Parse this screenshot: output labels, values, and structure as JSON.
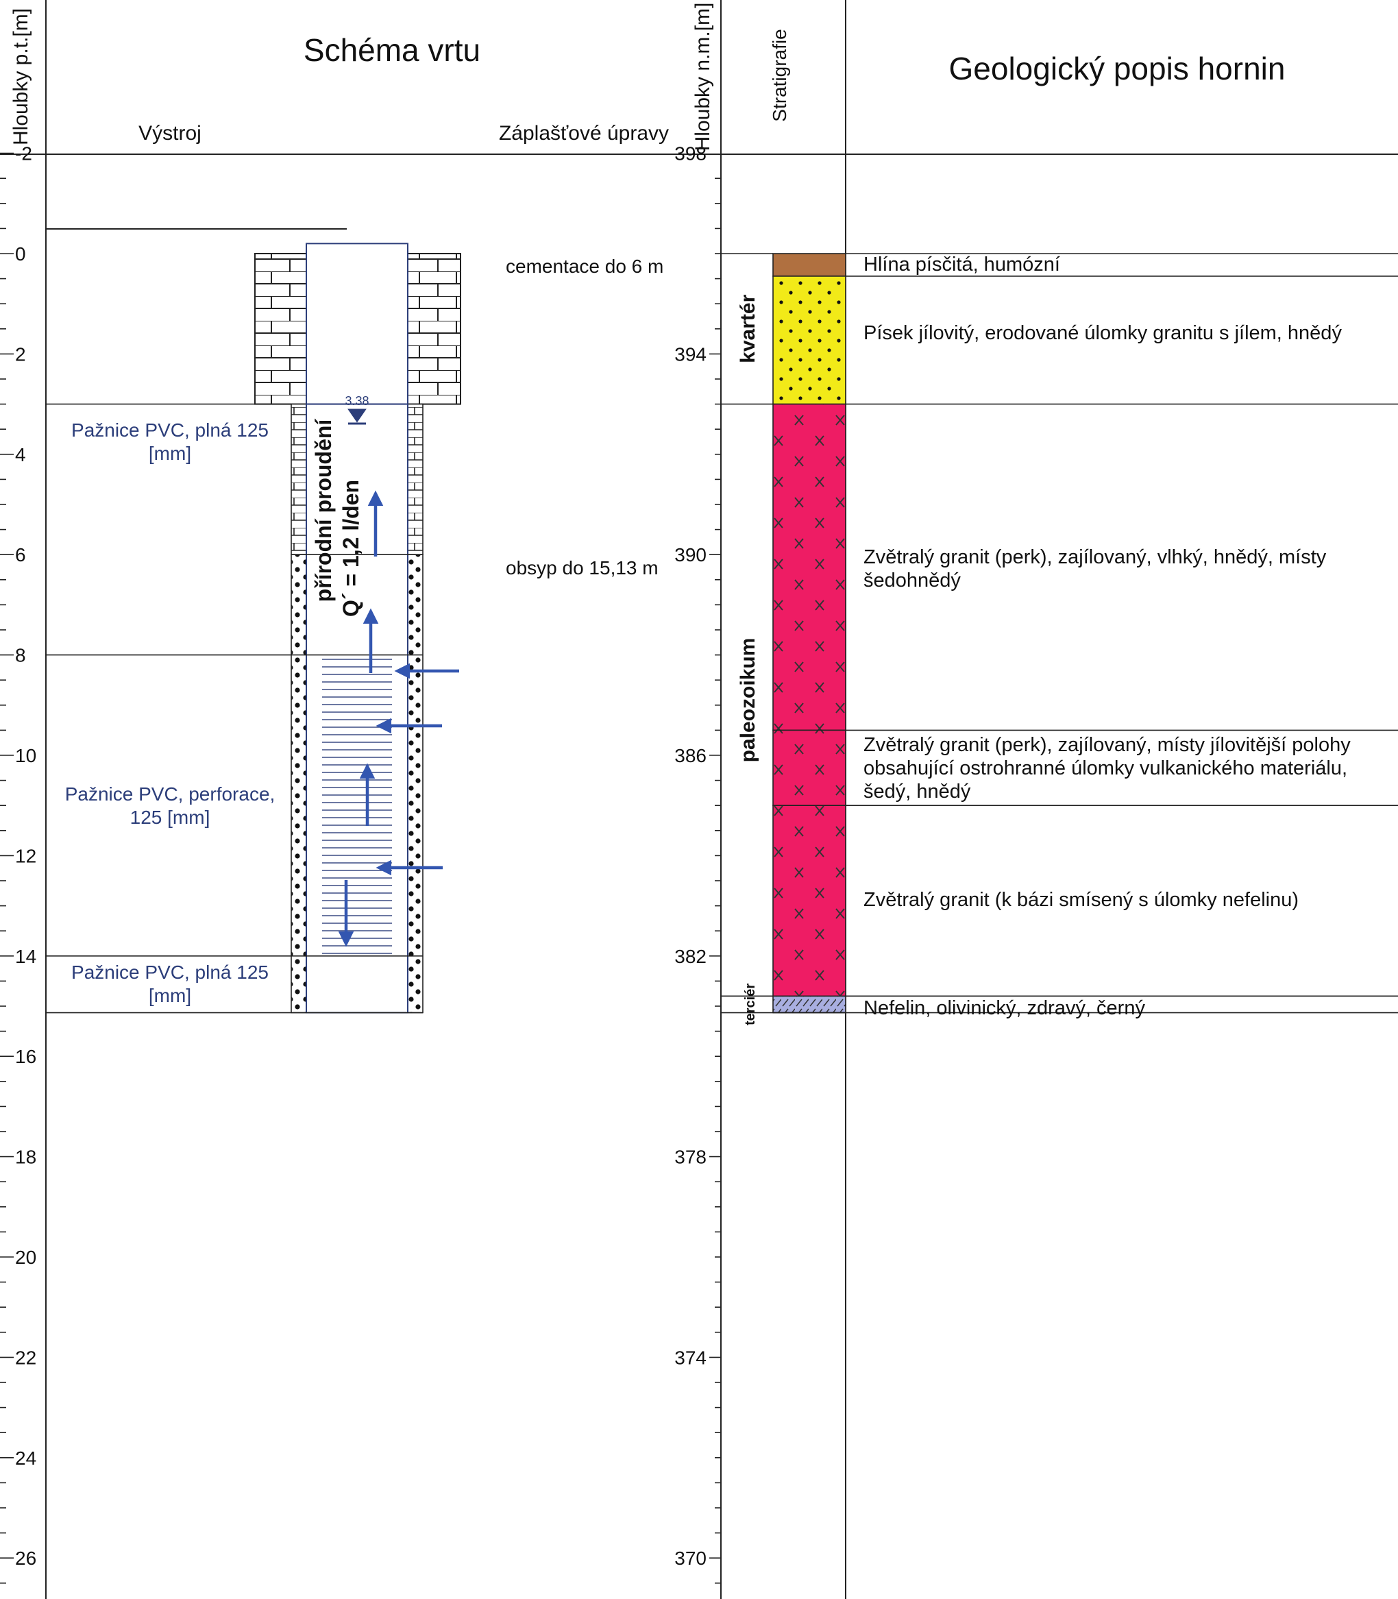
{
  "header": {
    "depth_axis_title": "Hloubky p.t.[m]",
    "scheme_title": "Schéma vrtu",
    "equipment_label": "Výstroj",
    "sealing_label": "Záplašťové úpravy",
    "altitude_axis_title": "Hloubky n.m.[m]",
    "stratigraphy_label": "Stratigrafie",
    "description_title": "Geologický popis hornin"
  },
  "depth_axis": {
    "min": -2,
    "max": 27,
    "major_ticks": [
      {
        "value": -2,
        "label": "-2"
      },
      {
        "value": 0,
        "label": "0"
      },
      {
        "value": 2,
        "label": "2"
      },
      {
        "value": 4,
        "label": "4"
      },
      {
        "value": 6,
        "label": "6"
      },
      {
        "value": 8,
        "label": "8"
      },
      {
        "value": 10,
        "label": "10"
      },
      {
        "value": 12,
        "label": "12"
      },
      {
        "value": 14,
        "label": "14"
      },
      {
        "value": 16,
        "label": "16"
      },
      {
        "value": 18,
        "label": "18"
      },
      {
        "value": 20,
        "label": "20"
      },
      {
        "value": 22,
        "label": "22"
      },
      {
        "value": 24,
        "label": "24"
      },
      {
        "value": 26,
        "label": "26"
      }
    ]
  },
  "altitude_axis": {
    "surface_altitude": 396,
    "major_ticks": [
      {
        "value": 398,
        "label": "398"
      },
      {
        "value": 394,
        "label": "394"
      },
      {
        "value": 390,
        "label": "390"
      },
      {
        "value": 386,
        "label": "386"
      },
      {
        "value": 382,
        "label": "382"
      },
      {
        "value": 378,
        "label": "378"
      },
      {
        "value": 374,
        "label": "374"
      },
      {
        "value": 370,
        "label": "370"
      }
    ]
  },
  "well": {
    "cementation_note": "cementace do 6 m",
    "gravel_note": "obsyp do 15,13 m",
    "water_level": "3.38",
    "flow_label_1": "přírodní proudění",
    "flow_label_2": "Q´ = 1,2 l/den",
    "casing": [
      {
        "label": "Pažnice PVC, plná 125 [mm]",
        "line1": "Pažnice PVC, plná 125",
        "line2": "[mm]",
        "from": 3,
        "to": 8
      },
      {
        "label": "Pažnice PVC, perforace, 125 [mm]",
        "line1": "Pažnice PVC, perforace,",
        "line2": "125 [mm]",
        "from": 8,
        "to": 14
      },
      {
        "label": "Pažnice PVC, plná 125 [mm]",
        "line1": "Pažnice PVC, plná 125",
        "line2": "[mm]",
        "from": 14,
        "to": 15.13
      }
    ],
    "total_depth": 15.13,
    "cement_depth": 6
  },
  "stratigraphy": [
    {
      "unit": "kvartér",
      "from": 0,
      "to": 3
    },
    {
      "unit": "paleozoikum",
      "from": 3,
      "to": 14.8
    },
    {
      "unit": "terciér",
      "from": 14.8,
      "to": 15.13
    }
  ],
  "lithology": [
    {
      "from": 0,
      "to": 0.45,
      "pattern": "topsoil",
      "color": "#b07040",
      "description": "Hlína písčitá, humózní",
      "lines": [
        "Hlína písčitá, humózní"
      ]
    },
    {
      "from": 0.45,
      "to": 3,
      "pattern": "sand",
      "color": "#f2ea18",
      "description": "Písek jílovitý, erodované úlomky granitu s jílem, hnědý",
      "lines": [
        "Písek jílovitý, erodované úlomky granitu s jílem, hnědý"
      ]
    },
    {
      "from": 3,
      "to": 9.5,
      "pattern": "granite",
      "color": "#ee1c64",
      "description": "Zvětralý granit (perk), zajílovaný, vlhký, hnědý, místy šedohnědý",
      "lines": [
        "Zvětralý granit (perk), zajílovaný, vlhký, hnědý, místy",
        "šedohnědý"
      ]
    },
    {
      "from": 9.5,
      "to": 11,
      "pattern": "granite",
      "color": "#ee1c64",
      "description": "Zvětralý granit (perk), zajílovaný, místy jílovitější polohy obsahující ostrohranné úlomky vulkanického materiálu, šedý, hnědý",
      "lines": [
        "Zvětralý granit (perk), zajílovaný, místy jílovitější polohy",
        "obsahující ostrohranné úlomky vulkanického materiálu,",
        "šedý, hnědý"
      ]
    },
    {
      "from": 11,
      "to": 14.8,
      "pattern": "granite",
      "color": "#ee1c64",
      "description": "Zvětralý granit (k bázi smísený s úlomky nefelinu)",
      "lines": [
        "Zvětralý granit (k bázi smísený s úlomky nefelinu)"
      ]
    },
    {
      "from": 14.8,
      "to": 15.13,
      "pattern": "nephelinite",
      "color": "#a8aee0",
      "description": "Nefelin, olivinický, zdravý, černý",
      "lines": [
        "Nefelin, olivinický, zdravý, černý"
      ]
    }
  ],
  "colors": {
    "annotation_blue": "#2c3e7a",
    "flow_arrow_blue": "#3356b0",
    "quaternary_yellow": "#f2ea18",
    "granite_magenta": "#ee1c64",
    "nephelinite_lavender": "#a8aee0"
  }
}
